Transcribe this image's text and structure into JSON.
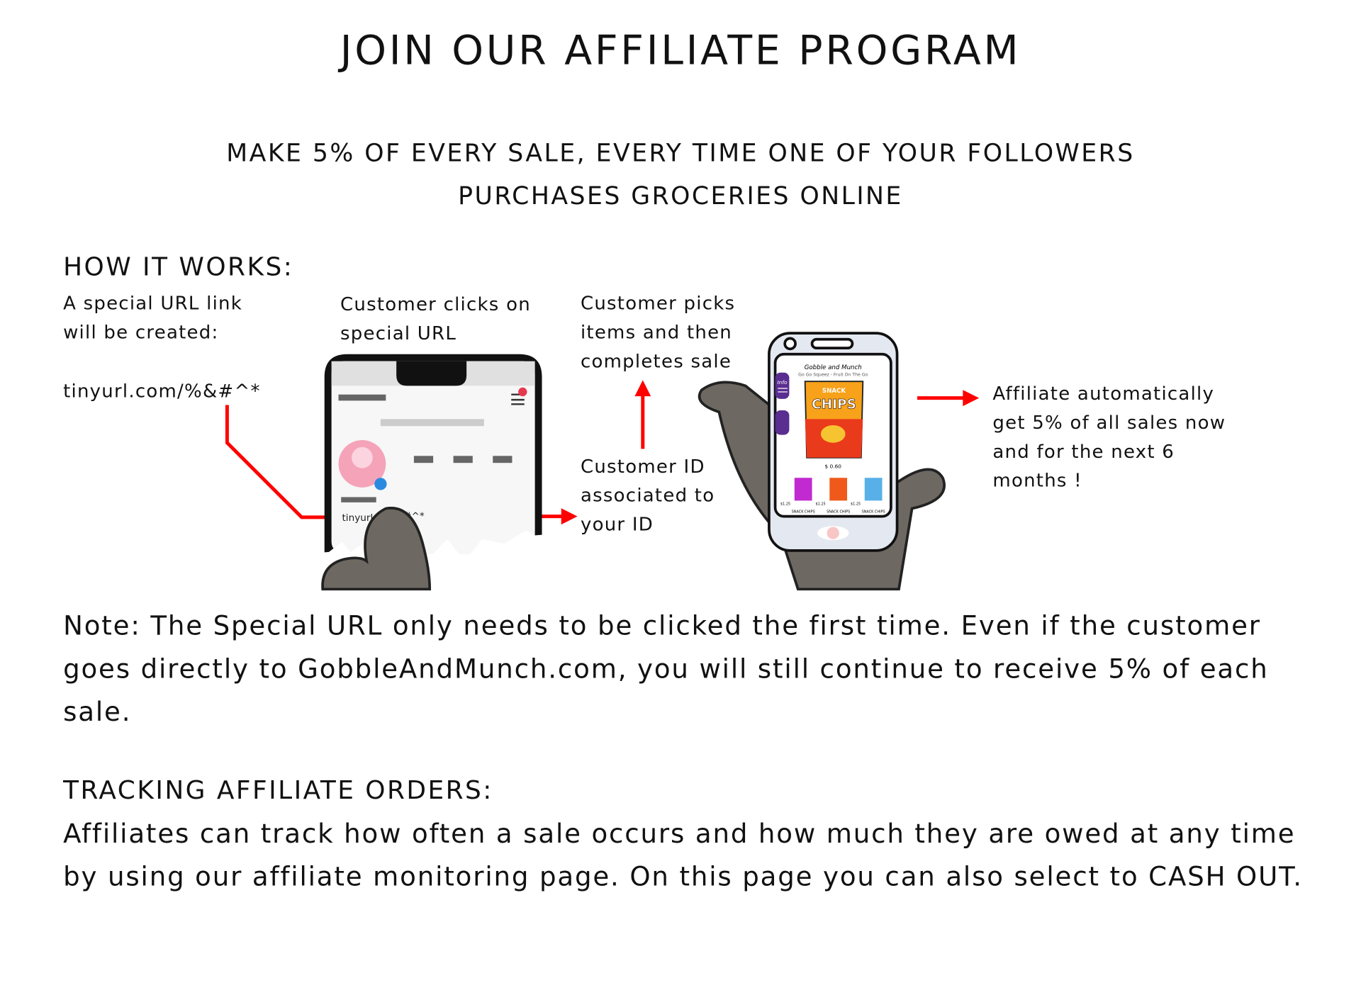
{
  "title": "JOIN OUR AFFILIATE PROGRAM",
  "subtitle_line1": "MAKE 5% OF EVERY SALE, EVERY TIME ONE OF YOUR FOLLOWERS",
  "subtitle_line2": "PURCHASES GROCERIES ONLINE",
  "how": {
    "heading": "HOW IT WORKS:",
    "step1": "A special URL link will be created:",
    "url": "tinyurl.com/%&#^*",
    "step2": "Customer clicks on special URL",
    "step3": "Customer picks items and then completes sale",
    "step4": "Customer ID associated to your ID",
    "step5": "Affiliate automatically get 5% of all sales now and for the next 6 months !"
  },
  "phone2": {
    "store_name": "Gobble and Munch",
    "store_tagline": "Go Go Squeez - Fruit On The Go",
    "bag_top": "SNACK",
    "bag_main": "CHIPS",
    "price": "$ 0.60",
    "info": "Info",
    "products": [
      {
        "name": "SNACK CHIPS",
        "price": "$1.25",
        "color": "#c02ad0"
      },
      {
        "name": "SNACK CHIPS",
        "price": "$1.25",
        "color": "#ef5a1a"
      },
      {
        "name": "SNACK CHIPS",
        "price": "$1.25",
        "color": "#58b0e8"
      }
    ]
  },
  "note": "Note: The Special URL only needs to be clicked the first time.  Even if the customer goes directly to GobbleAndMunch.com, you will still continue to receive 5% of each sale.",
  "tracking": {
    "heading": "TRACKING AFFILIATE ORDERS:",
    "text": "Affiliates can track how often a sale occurs and how much they are owed at any time by using our affiliate monitoring page.  On this page you can also select to CASH OUT."
  },
  "colors": {
    "arrow": "#ff0000",
    "hand": "#6e6862",
    "accent": "#5a2d91"
  }
}
